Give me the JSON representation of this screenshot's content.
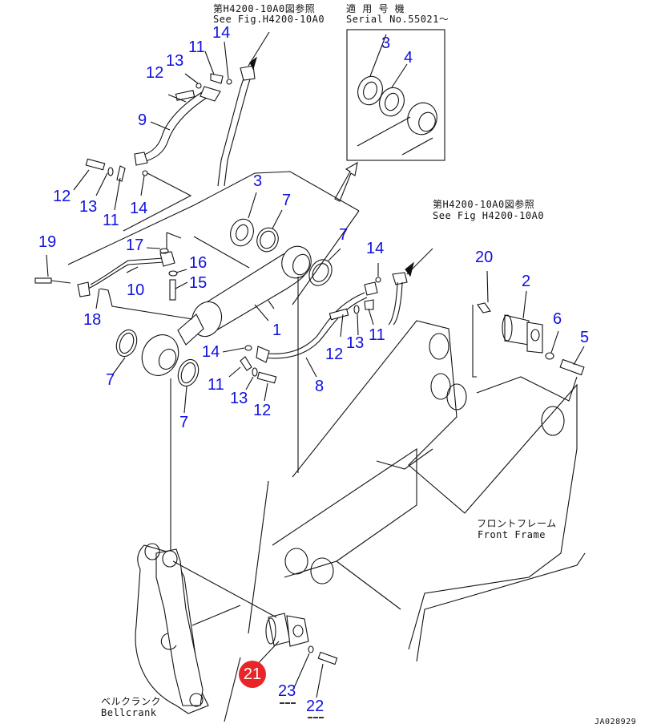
{
  "diagram": {
    "title_code": "JA028929",
    "notes": {
      "ref_top_jp": "第H4200-10A0図参照",
      "ref_top_en": "See Fig.H4200-10A0",
      "serial_jp": "適 用 号 機",
      "serial_en": "Serial No.55021～",
      "ref_right_jp": "第H4200-10A0図参照",
      "ref_right_en": "See Fig H4200-10A0",
      "front_frame_jp": "フロントフレーム",
      "front_frame_en": "Front Frame",
      "bellcrank_jp": "ベルクランク",
      "bellcrank_en": "Bellcrank"
    },
    "callouts": [
      {
        "id": "c14a",
        "label": "14"
      },
      {
        "id": "c11a",
        "label": "11"
      },
      {
        "id": "c13a",
        "label": "13"
      },
      {
        "id": "c12a",
        "label": "12"
      },
      {
        "id": "c9",
        "label": "9"
      },
      {
        "id": "c12b",
        "label": "12"
      },
      {
        "id": "c13b",
        "label": "13"
      },
      {
        "id": "c11b",
        "label": "11"
      },
      {
        "id": "c14b",
        "label": "14"
      },
      {
        "id": "c3a",
        "label": "3"
      },
      {
        "id": "c4",
        "label": "4"
      },
      {
        "id": "c3b",
        "label": "3"
      },
      {
        "id": "c7a",
        "label": "7"
      },
      {
        "id": "c7b",
        "label": "7"
      },
      {
        "id": "c19",
        "label": "19"
      },
      {
        "id": "c17",
        "label": "17"
      },
      {
        "id": "c16",
        "label": "16"
      },
      {
        "id": "c15",
        "label": "15"
      },
      {
        "id": "c10",
        "label": "10"
      },
      {
        "id": "c18",
        "label": "18"
      },
      {
        "id": "c14c",
        "label": "14"
      },
      {
        "id": "c11c",
        "label": "11"
      },
      {
        "id": "c13c",
        "label": "13"
      },
      {
        "id": "c12c",
        "label": "12"
      },
      {
        "id": "c1",
        "label": "1"
      },
      {
        "id": "c14d",
        "label": "14"
      },
      {
        "id": "c11d",
        "label": "11"
      },
      {
        "id": "c13d",
        "label": "13"
      },
      {
        "id": "c12d",
        "label": "12"
      },
      {
        "id": "c8",
        "label": "8"
      },
      {
        "id": "c7c",
        "label": "7"
      },
      {
        "id": "c7d",
        "label": "7"
      },
      {
        "id": "c20",
        "label": "20"
      },
      {
        "id": "c2",
        "label": "2"
      },
      {
        "id": "c6",
        "label": "6"
      },
      {
        "id": "c5",
        "label": "5"
      },
      {
        "id": "c23",
        "label": "23"
      },
      {
        "id": "c22",
        "label": "22"
      }
    ],
    "highlighted_callout": {
      "label": "21",
      "color": "#e8262a"
    },
    "callout_color": "#1010e0"
  }
}
